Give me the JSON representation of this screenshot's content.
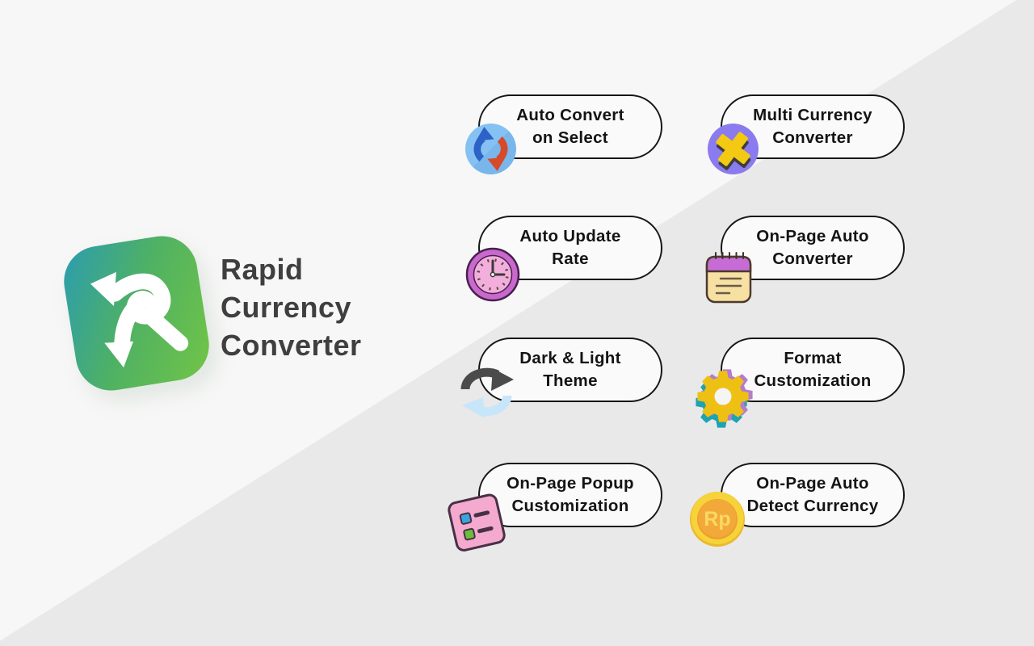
{
  "background": {
    "upper_left_color": "#f7f7f7",
    "lower_right_color": "#e9e9e9"
  },
  "brand": {
    "title_full": "Rapid Currency Converter",
    "title_lines": [
      "Rapid",
      "Currency",
      "Converter"
    ],
    "logo": {
      "glyph": "r-shaped-arrow",
      "gradient_start": "#2b9cb1",
      "gradient_end": "#72c546",
      "glyph_color": "#ffffff"
    }
  },
  "features": [
    {
      "lines": [
        "Auto Convert",
        "on Select"
      ],
      "icon": "sync-arrows-icon",
      "icon_colors": {
        "circle": "#7cb9ee",
        "arrow_left": "#2d62c6",
        "arrow_right": "#d54a28"
      }
    },
    {
      "lines": [
        "Multi Currency",
        "Converter"
      ],
      "icon": "plus-icon",
      "icon_colors": {
        "circle": "#8a7bee",
        "plus": "#f3c913",
        "plus_shadow": "#3d3d3d"
      }
    },
    {
      "lines": [
        "Auto Update",
        "Rate"
      ],
      "icon": "clock-icon",
      "icon_colors": {
        "ring": "#c968cd",
        "face": "#f3aedb"
      }
    },
    {
      "lines": [
        "On-Page Auto",
        "Converter"
      ],
      "icon": "notepad-icon",
      "icon_colors": {
        "header": "#c76cd6",
        "body": "#f6e0a2"
      }
    },
    {
      "lines": [
        "Dark & Light",
        "Theme"
      ],
      "icon": "theme-cycle-icon",
      "icon_colors": {
        "dark_arrow": "#4b4b4b",
        "light_arrow": "#c7e6fa"
      }
    },
    {
      "lines": [
        "Format",
        "Customization"
      ],
      "icon": "gear-icon",
      "icon_colors": {
        "gear": "#eec013",
        "shadow_teal": "#1fa3b2",
        "shadow_purple": "#b47cca"
      }
    },
    {
      "lines": [
        "On-Page Popup",
        "Customization"
      ],
      "icon": "checklist-icon",
      "icon_colors": {
        "card": "#f4aace",
        "item1": "#3ba4df",
        "item2": "#6bbd3c"
      }
    },
    {
      "lines": [
        "On-Page Auto",
        "Detect Currency"
      ],
      "icon": "coin-icon",
      "icon_colors": {
        "coin": "#f6d33a",
        "inner": "#f3a93a"
      },
      "coin_label": "Rp"
    }
  ]
}
